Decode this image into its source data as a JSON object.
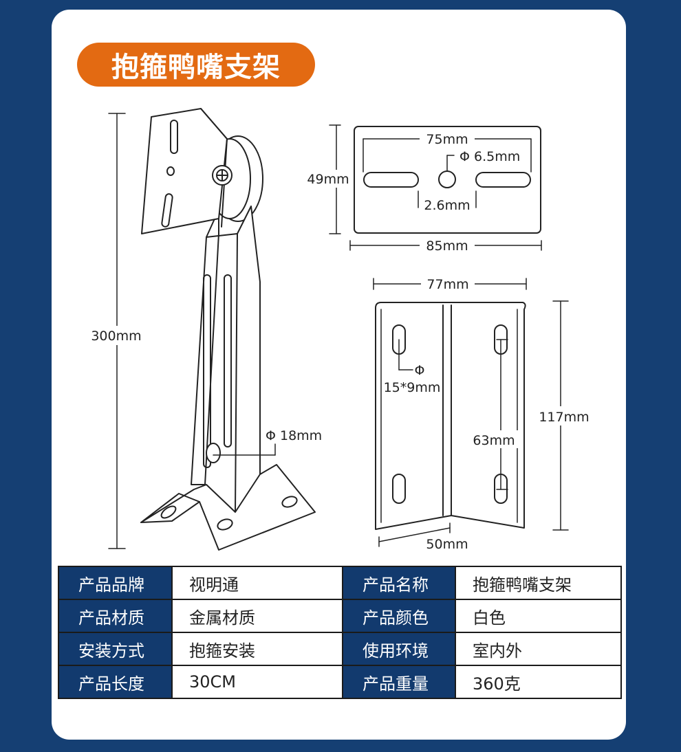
{
  "title": "抱箍鸭嘴支架",
  "dimensions": {
    "height_total": "300mm",
    "hole_diameter": "Φ 18mm",
    "plate_hole_spacing": "75mm",
    "plate_hole_diameter": "Φ 6.5mm",
    "plate_height": "49mm",
    "plate_slot_gap": "2.6mm",
    "plate_width": "85mm",
    "bracket_width": "77mm",
    "slot_symbol": "Φ",
    "slot_size": "15*9mm",
    "bracket_height": "117mm",
    "slot_spacing": "63mm",
    "bracket_depth": "50mm"
  },
  "specs": [
    {
      "k1": "产品品牌",
      "v1": "视明通",
      "k2": "产品名称",
      "v2": "抱箍鸭嘴支架"
    },
    {
      "k1": "产品材质",
      "v1": "金属材质",
      "k2": "产品颜色",
      "v2": "白色"
    },
    {
      "k1": "安装方式",
      "v1": "抱箍安装",
      "k2": "使用环境",
      "v2": "室内外"
    },
    {
      "k1": "产品长度",
      "v1": "30CM",
      "k2": "产品重量",
      "v2": "360克"
    }
  ],
  "colors": {
    "background": "#153f73",
    "accent": "#e36a12",
    "table_header": "#123a6e"
  }
}
